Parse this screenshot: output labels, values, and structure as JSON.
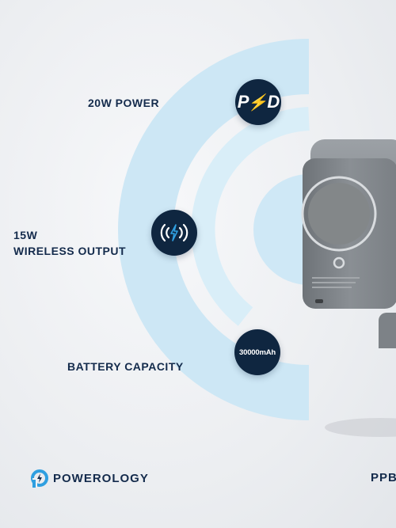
{
  "features": [
    {
      "label_lines": [
        "20W POWER"
      ],
      "badge_text": "PD",
      "badge_icon": "power-delivery-icon"
    },
    {
      "label_lines": [
        "15W",
        "WIRELESS OUTPUT"
      ],
      "badge_text": "",
      "badge_icon": "wireless-charging-icon"
    },
    {
      "label_lines": [
        "BATTERY CAPACITY"
      ],
      "badge_text": "30000mAh",
      "badge_icon": "battery-capacity-icon"
    }
  ],
  "brand": {
    "name": "POWEROLOGY",
    "logo_icon": "powerology-logo-icon"
  },
  "model_text_partial": "PPB",
  "colors": {
    "navy": "#0f2640",
    "text": "#142b4c",
    "arc_blue": "#bfe0f3",
    "accent_blue": "#2f9fe0"
  }
}
